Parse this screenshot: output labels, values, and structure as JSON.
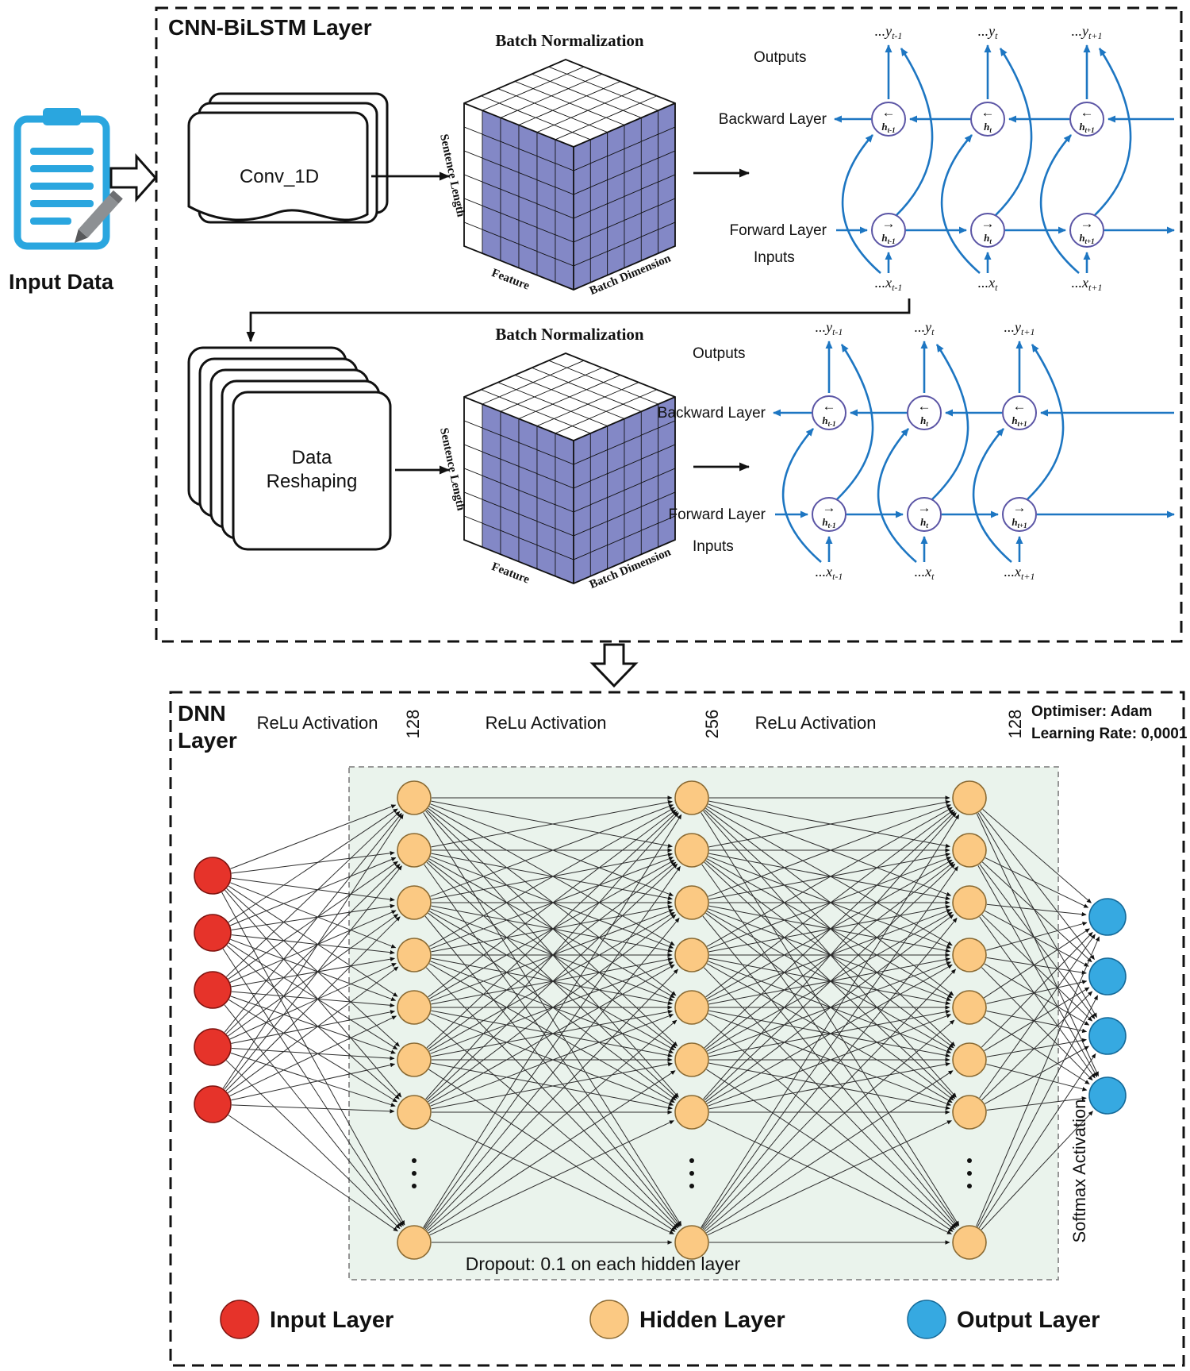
{
  "input_data": {
    "label": "Input Data"
  },
  "cnn": {
    "title": "CNN-BiLSTM Layer",
    "conv_label": "Conv_1D",
    "reshape_line1": "Data",
    "reshape_line2": "Reshaping",
    "cube_title": "Batch Normalization",
    "cube_axis_left": "Sentence Length",
    "cube_axis_feature": "Feature",
    "cube_axis_batch": "Batch Dimension",
    "bilstm": {
      "outputs_label": "Outputs",
      "backward_label": "Backward Layer",
      "forward_label": "Forward Layer",
      "inputs_label": "Inputs",
      "back_arrow": "←",
      "fwd_arrow": "→",
      "h_base": "h",
      "subs": [
        "t-1",
        "t",
        "t+1"
      ],
      "outputs": [
        {
          "base": "...y",
          "sub": "t-1"
        },
        {
          "base": "...y",
          "sub": "t"
        },
        {
          "base": "...y",
          "sub": "t+1"
        }
      ],
      "inputs": [
        {
          "base": "...x",
          "sub": "t-1"
        },
        {
          "base": "...x",
          "sub": "t"
        },
        {
          "base": "...x",
          "sub": "t+1"
        }
      ]
    }
  },
  "dnn": {
    "title_line1": "DNN",
    "title_line2": "Layer",
    "activations": [
      "ReLu Activation",
      "ReLu Activation",
      "ReLu Activation"
    ],
    "layer_sizes": [
      "128",
      "256",
      "128"
    ],
    "optimiser_line1": "Optimiser: Adam",
    "optimiser_line2": "Learning Rate: 0,0001",
    "dropout_note": "Dropout: 0.1 on each hidden layer",
    "softmax_label": "Softmax Activation",
    "legend": [
      {
        "label": "Input Layer",
        "color": "#e6332a"
      },
      {
        "label": "Hidden Layer",
        "color": "#fbc983"
      },
      {
        "label": "Output Layer",
        "color": "#36a9e1"
      }
    ],
    "network": {
      "input_nodes": 5,
      "hidden_layers": 3,
      "hidden_nodes_visible": 8,
      "output_nodes": 4
    }
  },
  "colors": {
    "blue_arrow": "#1d76c2",
    "icon_blue": "#2aa6df",
    "cube_purple": "#8388c6",
    "green_bg": "#eaf3ec",
    "node_input": "#e6332a",
    "node_hidden": "#fbc983",
    "node_output": "#36a9e1"
  }
}
